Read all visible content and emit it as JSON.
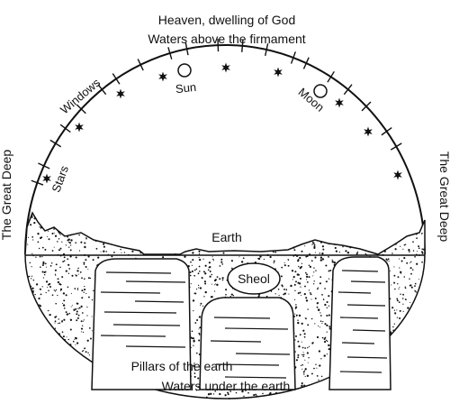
{
  "labels": {
    "heaven": "Heaven, dwelling of God",
    "waters_above": "Waters above the firmament",
    "windows": "Windows",
    "sun": "Sun",
    "moon": "Moon",
    "stars": "Stars",
    "great_deep_left": "The Great Deep",
    "great_deep_right": "The Great Deep",
    "earth": "Earth",
    "sheol": "Sheol",
    "pillars": "Pillars of the earth",
    "waters_under": "Waters under the earth"
  },
  "colors": {
    "ink": "#111111",
    "background": "#ffffff"
  },
  "icons": [
    "star-icon",
    "sun-icon",
    "moon-icon",
    "window-tick-icon"
  ]
}
